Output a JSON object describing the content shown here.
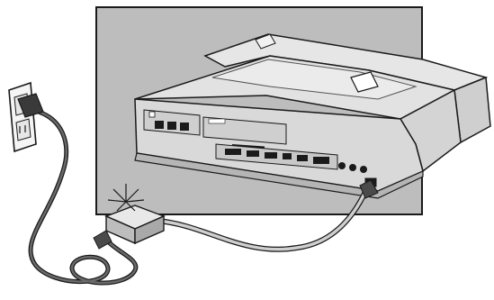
{
  "figure": {
    "description_text": "",
    "colors": {
      "backdrop": "#bdbdbd",
      "device_top": "#e6e6e6",
      "device_side": "#cfcfcf",
      "device_panel": "#d9d9d9",
      "outline": "#1a1a1a",
      "cable": "#9a9a9a",
      "power_cord": "#4a4a4a"
    },
    "parts": [
      "wall-outlet",
      "power-plug",
      "power-cord",
      "ac-adapter",
      "adapter-status-light",
      "dc-cable",
      "docking-station",
      "rear-panel-ports",
      "dc-power-connector"
    ]
  }
}
